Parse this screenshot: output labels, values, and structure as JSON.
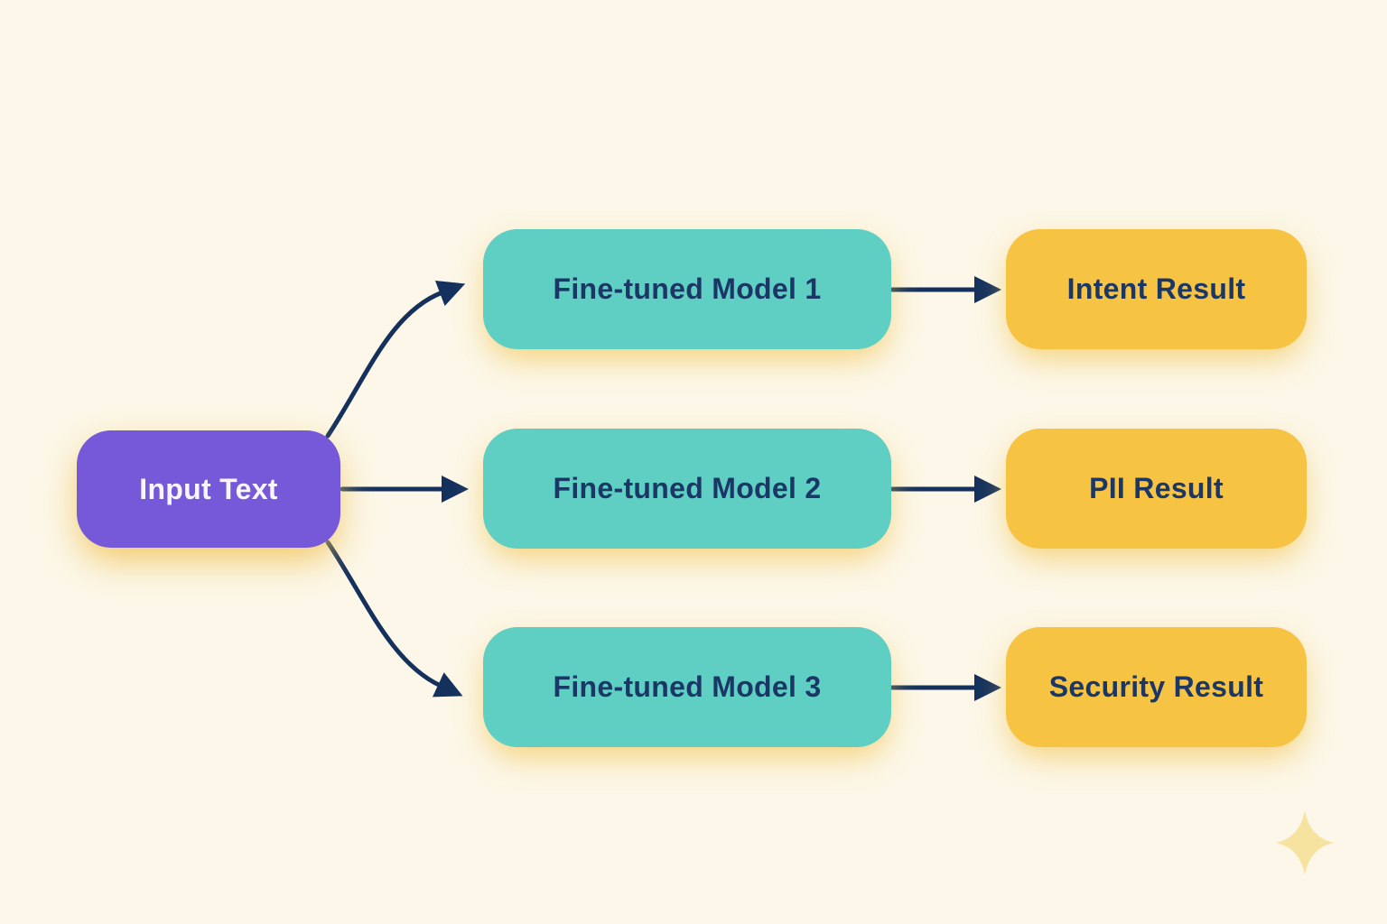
{
  "diagram": {
    "input": {
      "label": "Input Text"
    },
    "models": [
      {
        "label": "Fine-tuned Model 1"
      },
      {
        "label": "Fine-tuned Model 2"
      },
      {
        "label": "Fine-tuned Model 3"
      }
    ],
    "results": [
      {
        "label": "Intent Result"
      },
      {
        "label": "PII Result"
      },
      {
        "label": "Security Result"
      }
    ],
    "connections": [
      "Input Text -> Fine-tuned Model 1",
      "Input Text -> Fine-tuned Model 2",
      "Input Text -> Fine-tuned Model 3",
      "Fine-tuned Model 1 -> Intent Result",
      "Fine-tuned Model 2 -> PII Result",
      "Fine-tuned Model 3 -> Security Result"
    ],
    "colors": {
      "background": "#fcf7e8",
      "input_box": "#7659d8",
      "model_box": "#5fcec3",
      "result_box": "#f6c343",
      "dark_text": "#1b3766",
      "light_text": "#f8f6ff",
      "arrow": "#14315e",
      "sparkle": "#f7e3a0",
      "glow": "#f2c654"
    },
    "icons": {
      "sparkle": "four-pointed-star"
    }
  }
}
